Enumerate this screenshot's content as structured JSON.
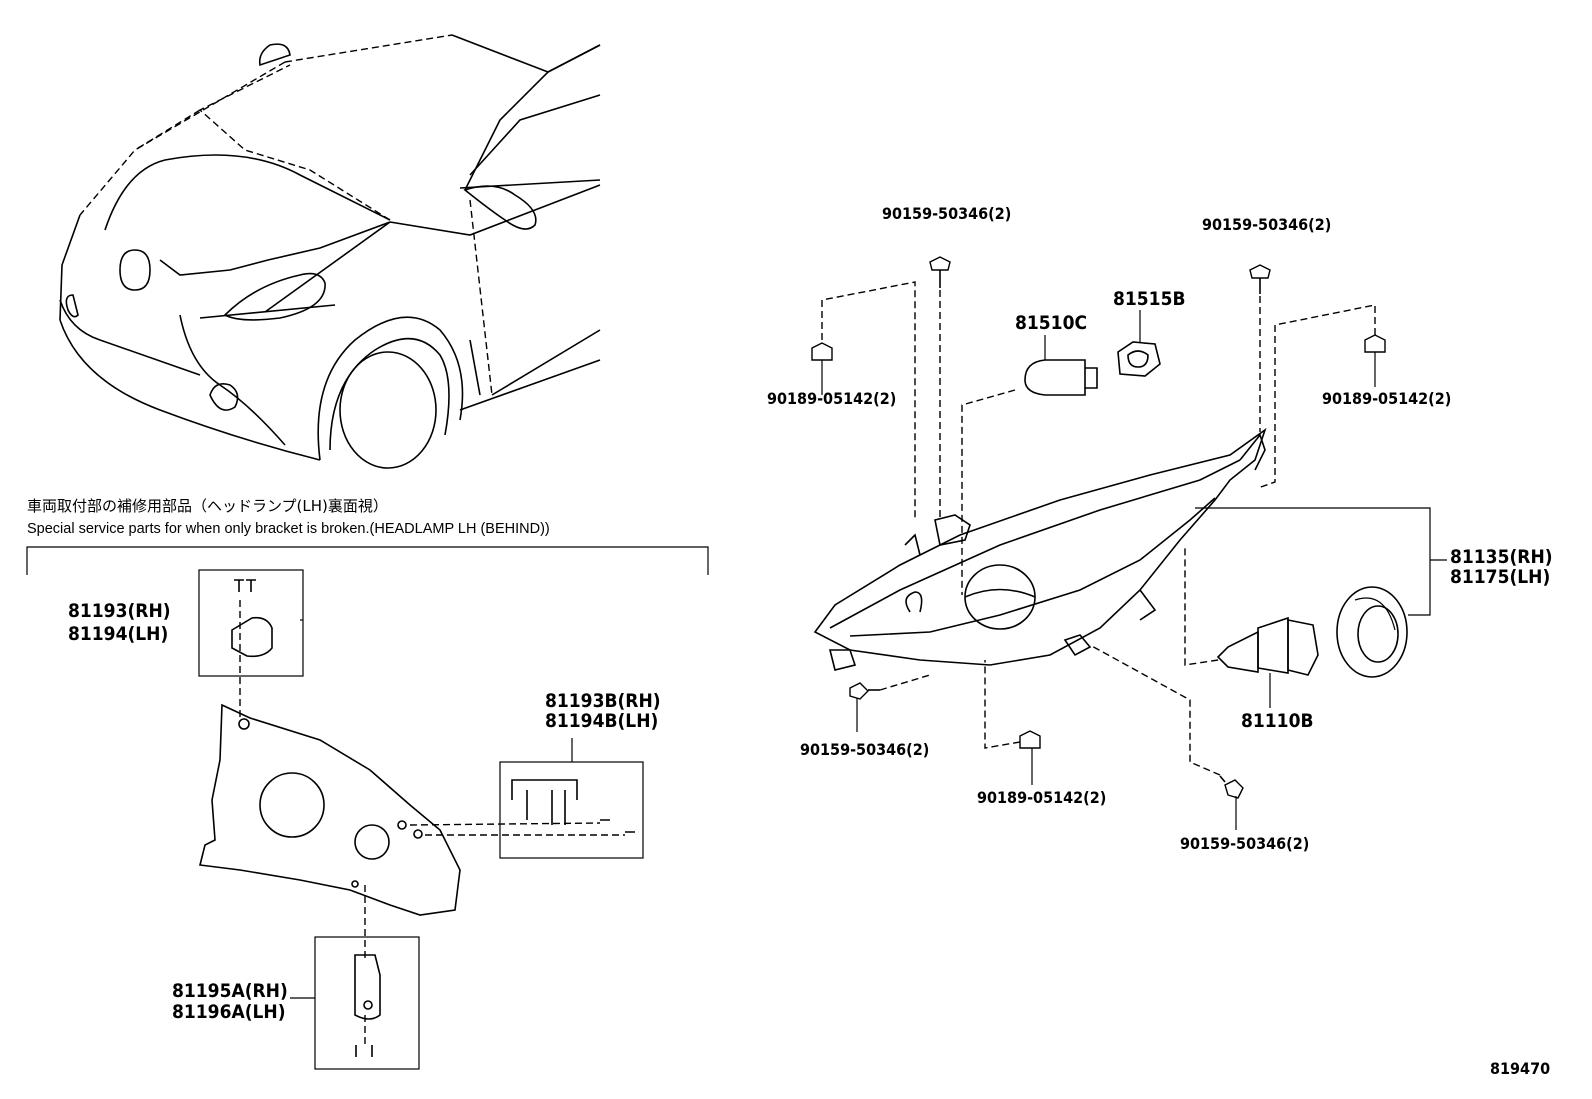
{
  "figure_number": "819470",
  "service_note": {
    "japanese": "車両取付部の補修用部品（ヘッドランプ(LH)裏面視）",
    "english": "Special service parts for when only bracket is broken.(HEADLAMP LH (BEHIND))"
  },
  "bracket_parts": {
    "upper": [
      "81193(RH)",
      "81194(LH)"
    ],
    "side": [
      "81193B(RH)",
      "81194B(LH)"
    ],
    "lower": [
      "81195A(RH)",
      "81196A(LH)"
    ]
  },
  "headlamp_parts": {
    "screw_top_left": "90159-50346(2)",
    "screw_top_right": "90159-50346(2)",
    "clip_left": "90189-05142(2)",
    "clip_right": "90189-05142(2)",
    "bulb_small": "81510C",
    "socket": "81515B",
    "assembly": [
      "81135(RH)",
      "81175(LH)"
    ],
    "bulb_main": "81110B",
    "screw_bottom_left": "90159-50346(2)",
    "clip_bottom": "90189-05142(2)",
    "screw_bottom_right": "90159-50346(2)"
  }
}
